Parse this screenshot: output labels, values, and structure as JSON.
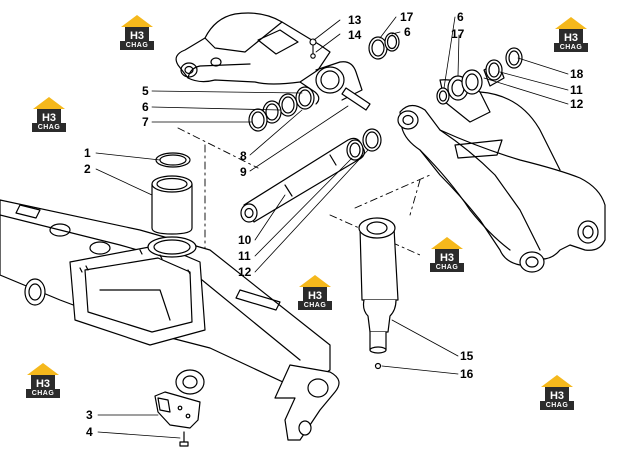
{
  "labels": {
    "l1": "1",
    "l2": "2",
    "l3": "3",
    "l4": "4",
    "l5": "5",
    "l6a": "6",
    "l7": "7",
    "l8": "8",
    "l9": "9",
    "l10": "10",
    "l11a": "11",
    "l12a": "12",
    "l13": "13",
    "l14": "14",
    "l17a": "17",
    "l6b": "6",
    "l6c": "6",
    "l17b": "17",
    "l18": "18",
    "l11b": "11",
    "l12b": "12",
    "l15": "15",
    "l16": "16"
  },
  "watermark": {
    "logo_text": "H3",
    "sub_text": "CHAG",
    "colors": {
      "house": "#f5b81c",
      "dark": "#2b2b2b"
    }
  }
}
